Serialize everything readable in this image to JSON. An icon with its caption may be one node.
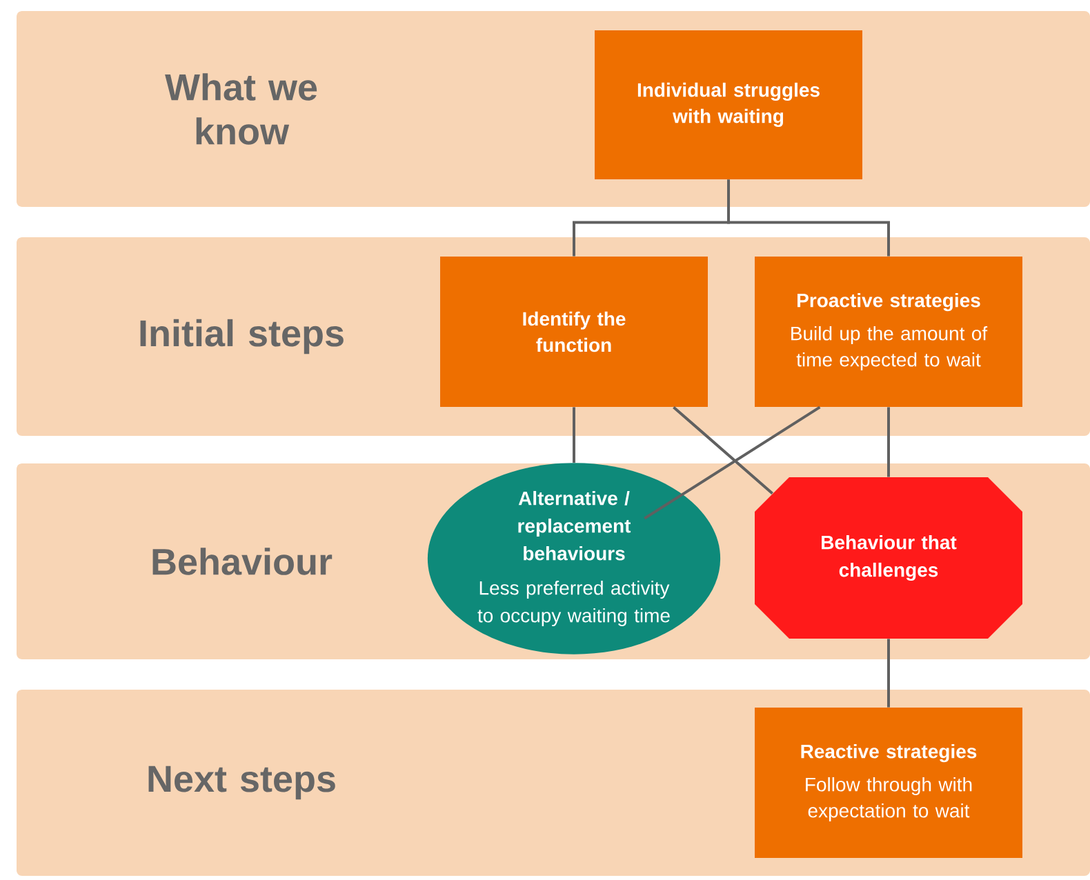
{
  "diagram": {
    "nodes": [
      {
        "text": [
          "What we know"
        ]
      },
      {
        "text": [
          "Individual struggles with waiting"
        ],
        "in": 0
      },
      {
        "text": [
          "Initial steps"
        ]
      },
      {
        "text": [
          "Identify the function"
        ],
        "in": 2
      },
      {
        "text": [
          "Proactive strategies",
          "Build up the amount of time expected to wait"
        ],
        "in": 2
      },
      {
        "text": [
          "Behaviour"
        ]
      },
      {
        "text": [
          "Alternative / replacement behaviours",
          "Less preferred activity to occupy waiting time"
        ],
        "in": 5
      },
      {
        "text": [
          "Behaviour that challenges"
        ],
        "in": 5
      },
      {
        "text": [
          "Next steps"
        ]
      },
      {
        "text": [
          "Reactive strategies",
          "Follow through with expectation to wait"
        ],
        "in": 8
      }
    ],
    "edges": [
      {
        "from": 1,
        "to": 3,
        "arrow": "none"
      },
      {
        "from": 1,
        "to": 4,
        "arrow": "none"
      },
      {
        "from": 3,
        "to": 6,
        "arrow": "none"
      },
      {
        "from": 3,
        "to": 7,
        "arrow": "none"
      },
      {
        "from": 4,
        "to": 6,
        "arrow": "none"
      },
      {
        "from": 4,
        "to": 7,
        "arrow": "none"
      },
      {
        "from": 7,
        "to": 9,
        "arrow": "none"
      }
    ]
  }
}
